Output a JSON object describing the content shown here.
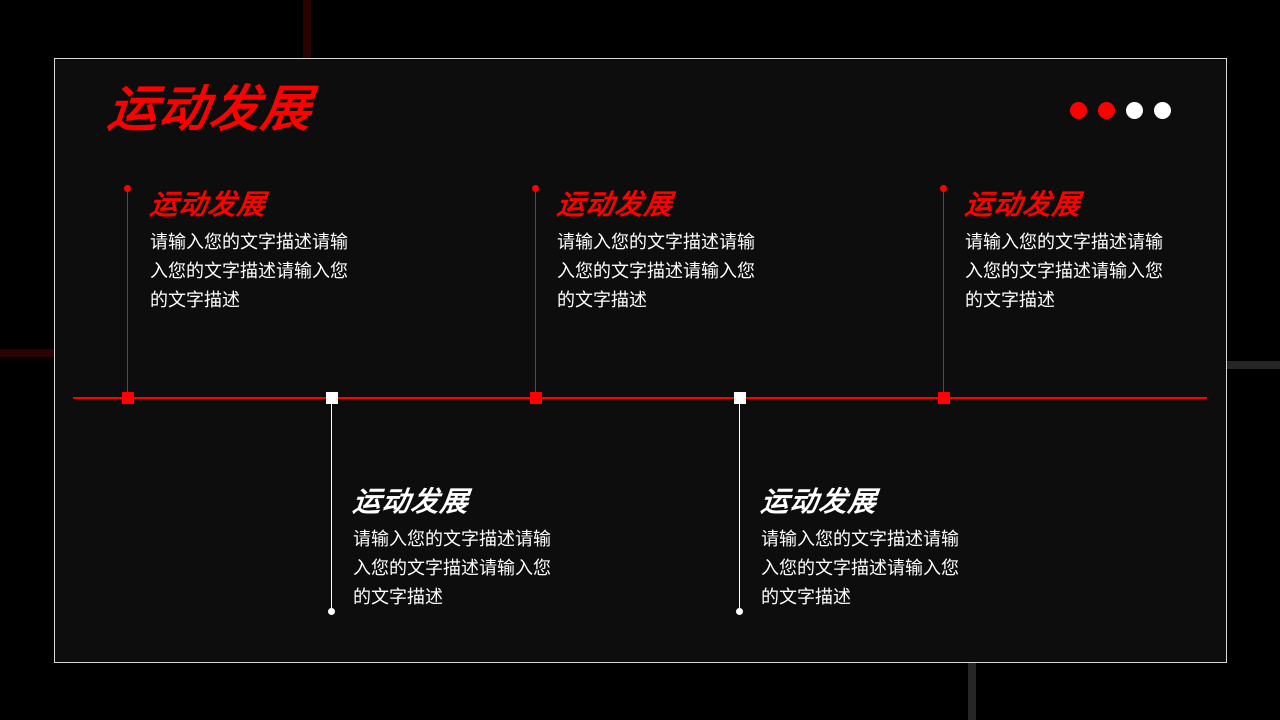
{
  "slide": {
    "title": "运动发展",
    "colors": {
      "accent": "#ff0000",
      "background": "#0e0d0d",
      "text": "#ffffff"
    },
    "indicator_dots": [
      {
        "color": "#ff0000"
      },
      {
        "color": "#ff0000"
      },
      {
        "color": "#ffffff"
      },
      {
        "color": "#ffffff"
      }
    ]
  },
  "timeline": {
    "items": [
      {
        "title": "运动发展",
        "desc": "请输入您的文字描述请输入您的文字描述请输入您的文字描述",
        "position": "above",
        "color": "#ff0000"
      },
      {
        "title": "运动发展",
        "desc": "请输入您的文字描述请输入您的文字描述请输入您的文字描述",
        "position": "below",
        "color": "#ffffff"
      },
      {
        "title": "运动发展",
        "desc": "请输入您的文字描述请输入您的文字描述请输入您的文字描述",
        "position": "above",
        "color": "#ff0000"
      },
      {
        "title": "运动发展",
        "desc": "请输入您的文字描述请输入您的文字描述请输入您的文字描述",
        "position": "below",
        "color": "#ffffff"
      },
      {
        "title": "运动发展",
        "desc": "请输入您的文字描述请输入您的文字描述请输入您的文字描述",
        "position": "above",
        "color": "#ff0000"
      }
    ]
  }
}
